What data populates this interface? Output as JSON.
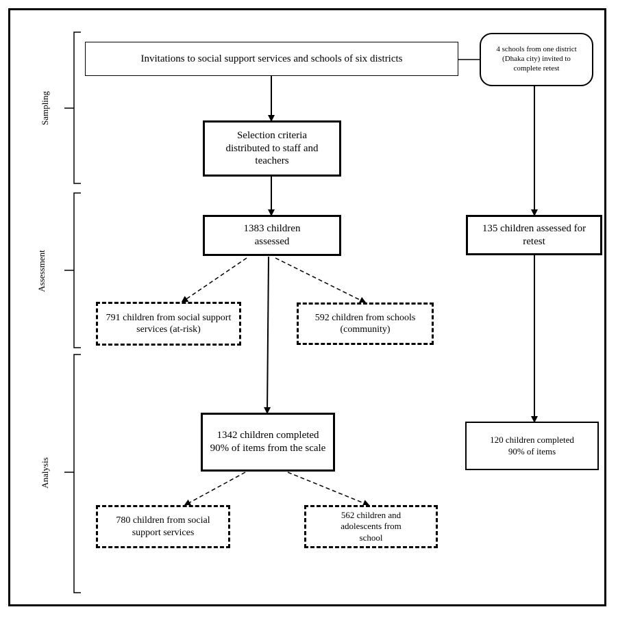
{
  "sections": {
    "sampling": "Sampling",
    "assessment": "Assessment",
    "analysis": "Analysis"
  },
  "boxes": {
    "invitations": "Invitations to social support services and schools of six districts",
    "retest_schools": "4 schools from one district (Dhaka city) invited to complete retest",
    "selection": "Selection criteria distributed to staff and teachers",
    "assessed": "1383 children assessed",
    "retest_assessed": "135 children assessed for retest",
    "social_support": "791 children from social support services (at-risk)",
    "schools": "592 children from schools (community)",
    "completed": "1342 children completed 90% of items from the scale",
    "retest_completed": "120 children completed 90% of items",
    "social_completed": "780 children from social support services",
    "school_completed": "562 children and adolescents from school"
  }
}
